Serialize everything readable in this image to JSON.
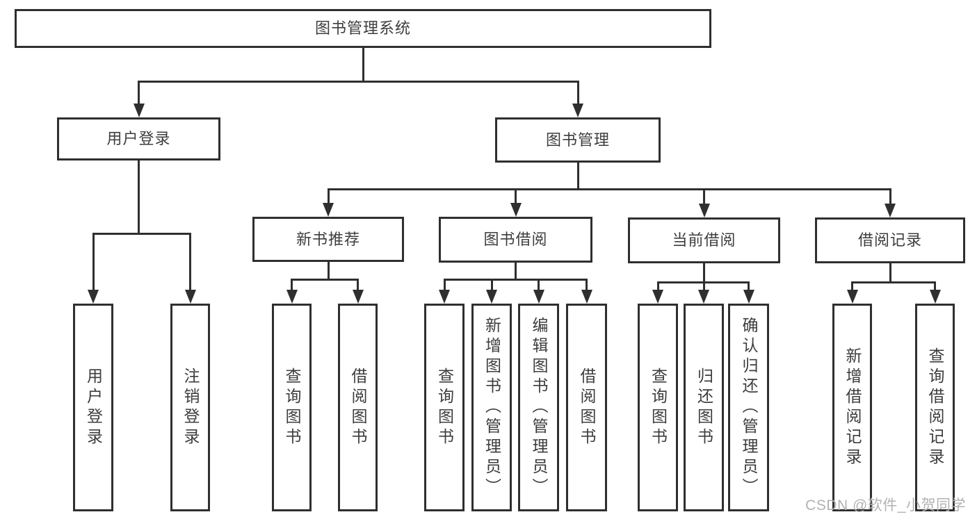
{
  "diagram": {
    "title": "图书管理系统",
    "type": "tree",
    "nodes": [
      {
        "id": "root",
        "label": "图书管理系统",
        "parent": null,
        "text_direction": "horizontal"
      },
      {
        "id": "user-login",
        "label": "用户登录",
        "parent": "root",
        "text_direction": "horizontal"
      },
      {
        "id": "book-mgmt",
        "label": "图书管理",
        "parent": "root",
        "text_direction": "horizontal"
      },
      {
        "id": "new-book-rec",
        "label": "新书推荐",
        "parent": "book-mgmt",
        "text_direction": "horizontal"
      },
      {
        "id": "book-borrow",
        "label": "图书借阅",
        "parent": "book-mgmt",
        "text_direction": "horizontal"
      },
      {
        "id": "current-borrow",
        "label": "当前借阅",
        "parent": "book-mgmt",
        "text_direction": "horizontal"
      },
      {
        "id": "borrow-records",
        "label": "借阅记录",
        "parent": "book-mgmt",
        "text_direction": "horizontal"
      },
      {
        "id": "leaf-user-login",
        "label": "用户登录",
        "parent": "user-login",
        "text_direction": "vertical"
      },
      {
        "id": "leaf-logout",
        "label": "注销登录",
        "parent": "user-login",
        "text_direction": "vertical"
      },
      {
        "id": "leaf-query-books-1",
        "label": "查询图书",
        "parent": "new-book-rec",
        "text_direction": "vertical"
      },
      {
        "id": "leaf-borrow-books-1",
        "label": "借阅图书",
        "parent": "new-book-rec",
        "text_direction": "vertical"
      },
      {
        "id": "leaf-query-books-2",
        "label": "查询图书",
        "parent": "book-borrow",
        "text_direction": "vertical"
      },
      {
        "id": "leaf-add-books",
        "label": "新增图书（管理员）",
        "parent": "book-borrow",
        "text_direction": "vertical"
      },
      {
        "id": "leaf-edit-books",
        "label": "编辑图书（管理员）",
        "parent": "book-borrow",
        "text_direction": "vertical"
      },
      {
        "id": "leaf-borrow-books-2",
        "label": "借阅图书",
        "parent": "book-borrow",
        "text_direction": "vertical"
      },
      {
        "id": "leaf-query-books-3",
        "label": "查询图书",
        "parent": "current-borrow",
        "text_direction": "vertical"
      },
      {
        "id": "leaf-return-books",
        "label": "归还图书",
        "parent": "current-borrow",
        "text_direction": "vertical"
      },
      {
        "id": "leaf-confirm-return",
        "label": "确认归还（管理员）",
        "parent": "current-borrow",
        "text_direction": "vertical"
      },
      {
        "id": "leaf-add-borrow-record",
        "label": "新增借阅记录",
        "parent": "borrow-records",
        "text_direction": "vertical"
      },
      {
        "id": "leaf-query-borrow-record",
        "label": "查询借阅记录",
        "parent": "borrow-records",
        "text_direction": "vertical"
      }
    ]
  },
  "watermark": {
    "text": "CSDN @软件_小贺同学"
  },
  "colors": {
    "line": "#2f2f2f",
    "text": "#3d3d3d",
    "box_background": "#ffffff",
    "page_background": "#ffffff",
    "watermark": "#b2b2b2"
  }
}
